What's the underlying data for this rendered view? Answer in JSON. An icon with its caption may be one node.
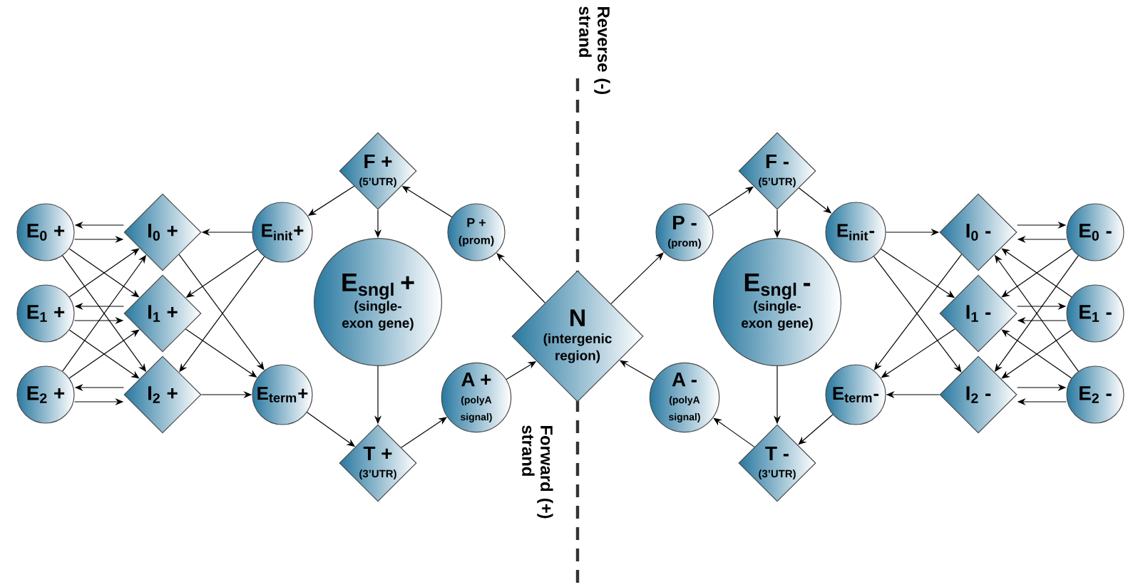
{
  "diagram": {
    "nodes": [
      {
        "text": [
          "E$_{0}$ +"
        ]
      },
      {
        "text": [
          "I$_{0}$ +"
        ]
      },
      {
        "text": [
          "E$_{init}$+"
        ]
      },
      {
        "text": [
          "F +",
          "(5’UTR)"
        ]
      },
      {
        "text": [
          "P +",
          "(prom)"
        ]
      },
      {
        "text": [
          "N",
          "(intergenic region)"
        ]
      },
      {
        "text": [
          "P -",
          "(prom)"
        ]
      },
      {
        "text": [
          "F -",
          "(5’UTR)"
        ]
      },
      {
        "text": [
          "E$_{init}$-"
        ]
      },
      {
        "text": [
          "I$_{0}$ -"
        ]
      },
      {
        "text": [
          "E$_{0}$ -"
        ]
      },
      {
        "text": [
          "E$_{1}$ +"
        ]
      },
      {
        "text": [
          "I$_{1}$ +"
        ]
      },
      {
        "text": [
          "E$_{sngl}$ +",
          "(single-exon gene)"
        ]
      },
      {
        "text": [
          "E$_{sngl}$ -",
          "(single-exon gene)"
        ]
      },
      {
        "text": [
          "I$_{1}$ -"
        ]
      },
      {
        "text": [
          "E$_{1}$ -"
        ]
      },
      {
        "text": [
          "E$_{2}$ +"
        ]
      },
      {
        "text": [
          "I$_{2}$ +"
        ]
      },
      {
        "text": [
          "E$_{term}$+"
        ]
      },
      {
        "text": [
          "A +",
          "(polyA signal)"
        ]
      },
      {
        "text": [
          "A -",
          "(polyA signal)"
        ]
      },
      {
        "text": [
          "E$_{term}$-"
        ]
      },
      {
        "text": [
          "I$_{2}$ -"
        ]
      },
      {
        "text": [
          "E$_{2}$ -"
        ]
      },
      {
        "text": [
          "T +",
          "(3’UTR)"
        ]
      },
      {
        "text": [
          "T -",
          "(3’UTR)"
        ]
      }
    ],
    "edges": [
      {
        "from": 1,
        "to": 0,
        "arrow": "to"
      },
      {
        "from": 0,
        "to": 1,
        "arrow": "to"
      },
      {
        "from": 0,
        "to": 12,
        "arrow": "to"
      },
      {
        "from": 0,
        "to": 18,
        "arrow": "to"
      },
      {
        "from": 12,
        "to": 11,
        "arrow": "to"
      },
      {
        "from": 11,
        "to": 12,
        "arrow": "to"
      },
      {
        "from": 11,
        "to": 1,
        "arrow": "to"
      },
      {
        "from": 11,
        "to": 18,
        "arrow": "to"
      },
      {
        "from": 18,
        "to": 17,
        "arrow": "to"
      },
      {
        "from": 17,
        "to": 18,
        "arrow": "to"
      },
      {
        "from": 17,
        "to": 1,
        "arrow": "to"
      },
      {
        "from": 17,
        "to": 12,
        "arrow": "to"
      },
      {
        "from": 2,
        "to": 1,
        "arrow": "to"
      },
      {
        "from": 2,
        "to": 12,
        "arrow": "to"
      },
      {
        "from": 2,
        "to": 18,
        "arrow": "to"
      },
      {
        "from": 1,
        "to": 19,
        "arrow": "to"
      },
      {
        "from": 12,
        "to": 19,
        "arrow": "to"
      },
      {
        "from": 18,
        "to": 19,
        "arrow": "to"
      },
      {
        "from": 3,
        "to": 2,
        "arrow": "to"
      },
      {
        "from": 3,
        "to": 13,
        "arrow": "to"
      },
      {
        "from": 13,
        "to": 25,
        "arrow": "to"
      },
      {
        "from": 19,
        "to": 25,
        "arrow": "to"
      },
      {
        "from": 25,
        "to": 20,
        "arrow": "to"
      },
      {
        "from": 20,
        "to": 5,
        "arrow": "to"
      },
      {
        "from": 5,
        "to": 4,
        "arrow": "to"
      },
      {
        "from": 4,
        "to": 3,
        "arrow": "to"
      },
      {
        "from": 5,
        "to": 6,
        "arrow": "to"
      },
      {
        "from": 6,
        "to": 7,
        "arrow": "to"
      },
      {
        "from": 7,
        "to": 8,
        "arrow": "to"
      },
      {
        "from": 7,
        "to": 14,
        "arrow": "to"
      },
      {
        "from": 14,
        "to": 26,
        "arrow": "to"
      },
      {
        "from": 22,
        "to": 26,
        "arrow": "to"
      },
      {
        "from": 26,
        "to": 21,
        "arrow": "to"
      },
      {
        "from": 21,
        "to": 5,
        "arrow": "to"
      },
      {
        "from": 8,
        "to": 9,
        "arrow": "to"
      },
      {
        "from": 8,
        "to": 15,
        "arrow": "to"
      },
      {
        "from": 8,
        "to": 23,
        "arrow": "to"
      },
      {
        "from": 9,
        "to": 22,
        "arrow": "to"
      },
      {
        "from": 15,
        "to": 22,
        "arrow": "to"
      },
      {
        "from": 23,
        "to": 22,
        "arrow": "to"
      },
      {
        "from": 9,
        "to": 10,
        "arrow": "to"
      },
      {
        "from": 10,
        "to": 9,
        "arrow": "to"
      },
      {
        "from": 10,
        "to": 15,
        "arrow": "to"
      },
      {
        "from": 10,
        "to": 23,
        "arrow": "to"
      },
      {
        "from": 15,
        "to": 16,
        "arrow": "to"
      },
      {
        "from": 16,
        "to": 15,
        "arrow": "to"
      },
      {
        "from": 16,
        "to": 9,
        "arrow": "to"
      },
      {
        "from": 16,
        "to": 23,
        "arrow": "to"
      },
      {
        "from": 23,
        "to": 24,
        "arrow": "to"
      },
      {
        "from": 24,
        "to": 23,
        "arrow": "to"
      },
      {
        "from": 24,
        "to": 9,
        "arrow": "to"
      },
      {
        "from": 24,
        "to": 15,
        "arrow": "to"
      }
    ],
    "labels": [
      "Reverse (-) strand",
      "Forward (+) strand"
    ]
  }
}
